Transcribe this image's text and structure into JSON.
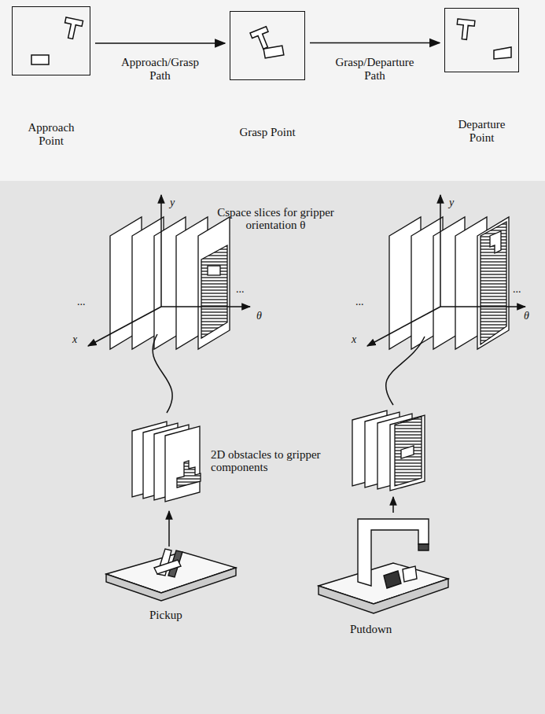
{
  "diagram": {
    "nodes": [
      {
        "text": [
          "Approach Point"
        ]
      },
      {
        "text": [
          "Grasp Point"
        ]
      },
      {
        "text": [
          "Departure Point"
        ]
      }
    ],
    "edges": [
      {
        "from": 0,
        "to": 1,
        "arrow": "to",
        "label": "Approach/Grasp Path"
      },
      {
        "from": 1,
        "to": 2,
        "arrow": "to",
        "label": "Grasp/Departure Path"
      }
    ],
    "labels": [
      "Cspace slices for gripper orientation θ",
      "y",
      "x",
      "θ",
      "y",
      "x",
      "θ",
      "...",
      "...",
      "...",
      "...",
      "2D obstacles to gripper components",
      "Pickup",
      "Putdown"
    ]
  }
}
